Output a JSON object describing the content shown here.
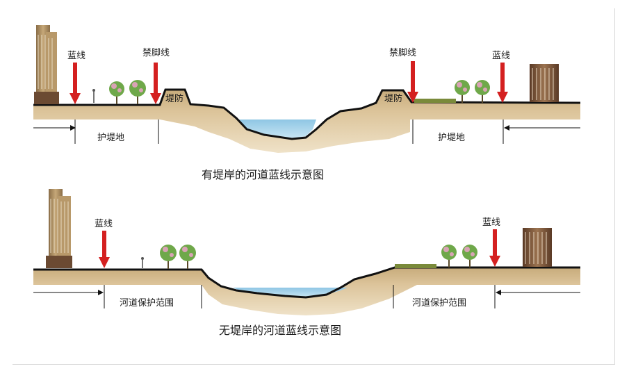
{
  "top_diagram": {
    "caption": "有堤岸的河道蓝线示意图",
    "left": {
      "blue_line": "蓝线",
      "restricted_line": "禁脚线",
      "embankment": "堤防",
      "zone": "护堤地"
    },
    "right": {
      "blue_line": "蓝线",
      "restricted_line": "禁脚线",
      "embankment": "堤防",
      "zone": "护堤地"
    }
  },
  "bottom_diagram": {
    "caption": "无堤岸的河道蓝线示意图",
    "left": {
      "blue_line": "蓝线",
      "zone": "河道保护范围"
    },
    "right": {
      "blue_line": "蓝线",
      "zone": "河道保护范围"
    }
  },
  "colors": {
    "ground": "#dcc49a",
    "ground_dark": "#c9ad7e",
    "water": "#a9d3ea",
    "arrow": "#d42020",
    "line": "#111111",
    "tree": "#6fa84a",
    "blossom": "#d9a3b5",
    "building": "#a88a5e",
    "building_dark": "#6b4a32",
    "lawn": "#7a8a3a"
  },
  "icons": [
    "red-down-arrow",
    "tree-icon",
    "tower-building-icon",
    "low-building-icon",
    "person-icon"
  ]
}
